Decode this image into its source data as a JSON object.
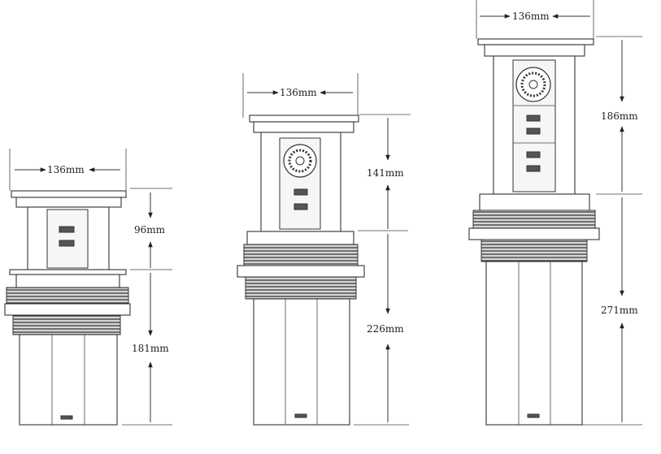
{
  "units": [
    {
      "id": "small",
      "width_label": "136mm",
      "dims": [
        "96mm",
        "181mm"
      ]
    },
    {
      "id": "medium",
      "width_label": "136mm",
      "dims": [
        "141mm",
        "226mm"
      ]
    },
    {
      "id": "large",
      "width_label": "136mm",
      "dims": [
        "186mm",
        "271mm"
      ]
    }
  ]
}
